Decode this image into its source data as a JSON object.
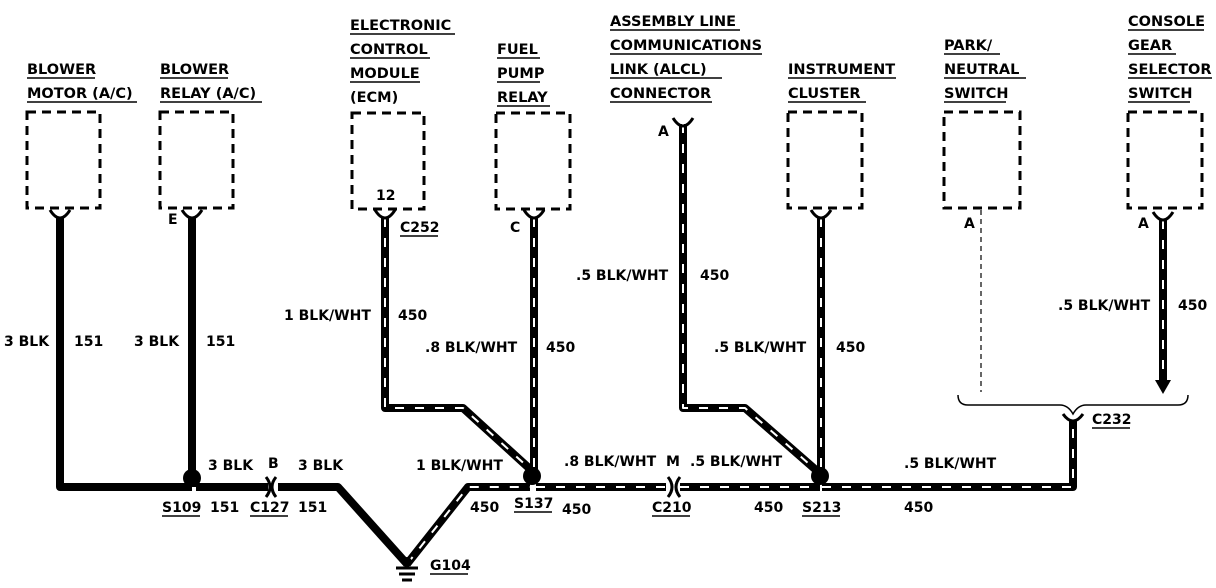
{
  "components": {
    "blower_motor": [
      "BLOWER",
      "MOTOR (A/C)"
    ],
    "blower_relay": [
      "BLOWER",
      "RELAY (A/C)"
    ],
    "ecm": [
      "ELECTRONIC",
      "CONTROL",
      "MODULE",
      "(ECM)"
    ],
    "fuel_pump_relay": [
      "FUEL",
      "PUMP",
      "RELAY"
    ],
    "alcl": [
      "ASSEMBLY LINE",
      "COMMUNICATIONS",
      "LINK (ALCL)",
      "CONNECTOR"
    ],
    "instrument_cluster": [
      "INSTRUMENT",
      "CLUSTER"
    ],
    "park_neutral": [
      "PARK/",
      "NEUTRAL",
      "SWITCH"
    ],
    "console_gear": [
      "CONSOLE",
      "GEAR",
      "SELECTOR",
      "SWITCH"
    ]
  },
  "pins": {
    "relay": "E",
    "ecm": "12",
    "fuel_pump": "C",
    "alcl": "A",
    "park_neutral": "A",
    "console_gear": "A"
  },
  "connectors": {
    "c252": "C252",
    "c127": "C127",
    "c127_pin": "B",
    "c210": "C210",
    "c210_pin": "M",
    "c232": "C232"
  },
  "splices": {
    "s109": "S109",
    "s137": "S137",
    "s213": "S213"
  },
  "ground": "G104",
  "wire_labels": {
    "motor_gauge": "3 BLK",
    "motor_circuit": "151",
    "relay_gauge": "3 BLK",
    "relay_circuit": "151",
    "ecm_gauge": "1 BLK/WHT",
    "ecm_circuit": "450",
    "fuel_gauge": ".8 BLK/WHT",
    "fuel_circuit": "450",
    "alcl_gauge": ".5 BLK/WHT",
    "alcl_circuit": "450",
    "cluster_gauge": ".5 BLK/WHT",
    "cluster_circuit": "450",
    "console_gauge": ".5 BLK/WHT",
    "console_circuit": "450",
    "h1_gauge": "3 BLK",
    "h1_circuit": "151",
    "h2_gauge": "3 BLK",
    "h2_circuit": "151",
    "g_right_gauge": "1 BLK/WHT",
    "g_right_circuit": "450",
    "s137_circuit": "450",
    "h3_gauge": ".8 BLK/WHT",
    "h4_gauge": ".5 BLK/WHT",
    "h4_circuit": "450",
    "h5_gauge": ".5 BLK/WHT",
    "h5_circuit": "450"
  }
}
